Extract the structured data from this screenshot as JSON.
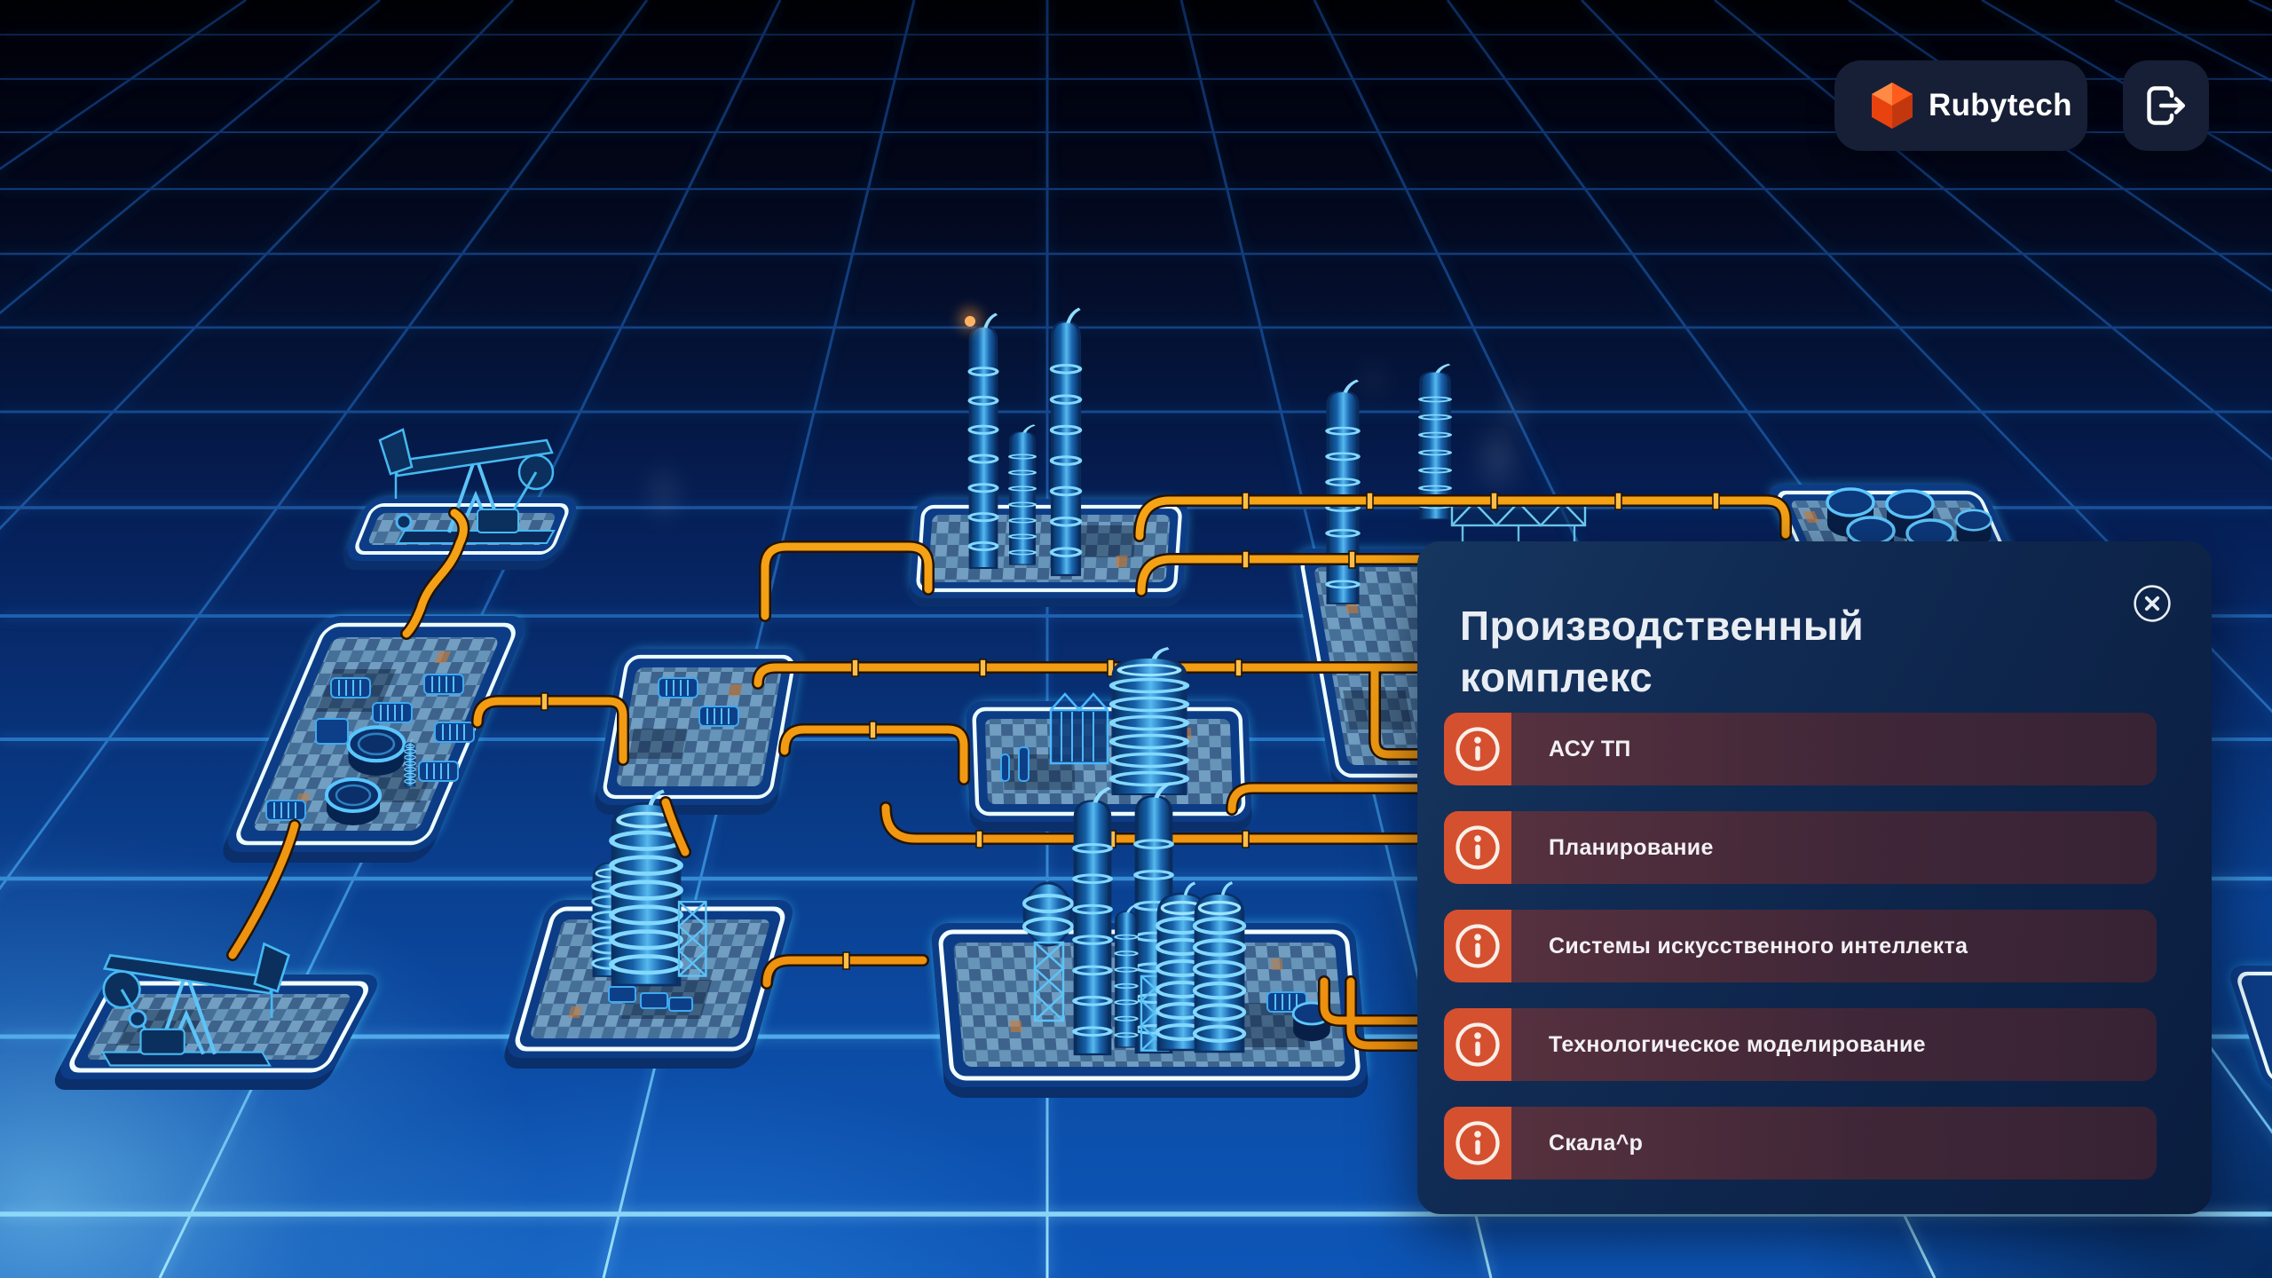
{
  "header": {
    "brand": {
      "label": "Rubytech",
      "logo_icon": "hexagon-icon"
    },
    "logout": {
      "icon": "sign-out-icon"
    }
  },
  "panel": {
    "title": "Производственный комплекс",
    "close": {
      "icon": "x-circle-icon"
    },
    "items": [
      {
        "icon": "info-circle-icon",
        "label": "АСУ ТП"
      },
      {
        "icon": "info-circle-icon",
        "label": "Планирование"
      },
      {
        "icon": "info-circle-icon",
        "label": "Системы искусственного интеллекта"
      },
      {
        "icon": "info-circle-icon",
        "label": "Технологическое моделирование"
      },
      {
        "icon": "info-circle-icon",
        "label": "Скала^р"
      }
    ]
  },
  "colors": {
    "accent": "#d5502f",
    "brand_orange": "#f04f23",
    "neon_cyan": "#8ee2ff",
    "pipe_orange": "#f59d0e",
    "panel_bg": "#10294f",
    "badge_bg": "#171f36"
  }
}
